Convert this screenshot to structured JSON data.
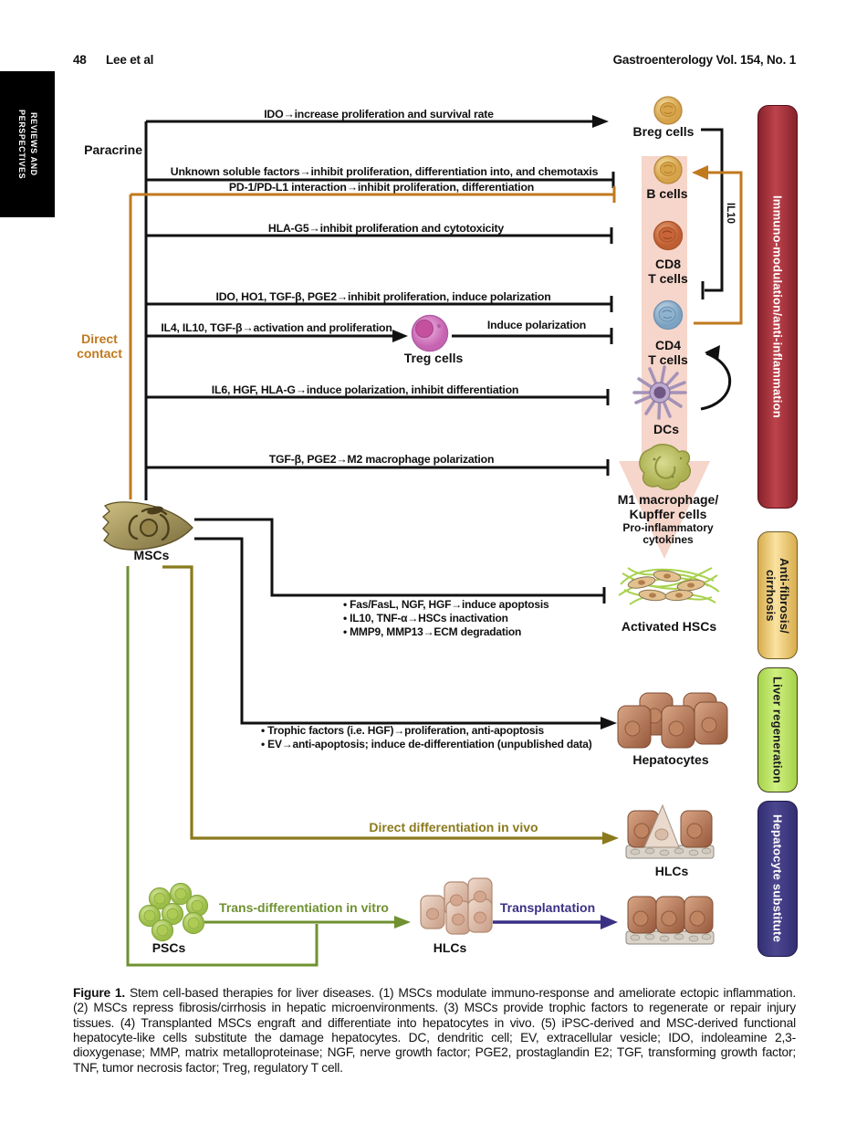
{
  "header": {
    "page_number": "48",
    "authors": "Lee et al",
    "journal": "Gastroenterology Vol. 154, No. 1"
  },
  "sidebar": {
    "line1": "REVIEWS AND",
    "line2": "PERSPECTIVES"
  },
  "diagram": {
    "mechanisms": {
      "paracrine": "Paracrine",
      "direct_contact_line1": "Direct",
      "direct_contact_line2": "contact"
    },
    "pathways": {
      "p1": "IDO→increase proliferation and survival rate",
      "p2": "Unknown soluble factors→inhibit proliferation, differentiation into, and chemotaxis",
      "p3": "PD-1/PD-L1 interaction→inhibit proliferation, differentiation",
      "p4": "HLA-G5→inhibit proliferation and cytotoxicity",
      "p5": "IDO, HO1, TGF-β, PGE2→inhibit proliferation, induce polarization",
      "p6": "IL4, IL10, TGF-β→activation and proliferation",
      "p7": "Induce polarization",
      "p8": "IL6, HGF, HLA-G→induce polarization, inhibit differentiation",
      "p9": "TGF-β, PGE2→M2 macrophage polarization",
      "il10": "IL10",
      "direct_diff": "Direct differentiation in vivo",
      "trans_diff": "Trans-differentiation in vitro",
      "transplant": "Transplantation"
    },
    "bullets": {
      "hsc": [
        "• Fas/FasL, NGF, HGF→induce apoptosis",
        "• IL10, TNF-α→HSCs inactivation",
        "• MMP9, MMP13→ECM degradation"
      ],
      "hepatocyte": [
        "• Trophic factors (i.e. HGF)→proliferation, anti-apoptosis",
        "• EV→anti-apoptosis; induce de-differentiation (unpublished data)"
      ]
    },
    "cells": {
      "breg": "Breg cells",
      "b": "B cells",
      "cd8_line1": "CD8",
      "cd8_line2": "T cells",
      "cd4_line1": "CD4",
      "cd4_line2": "T cells",
      "treg": "Treg cells",
      "dc": "DCs",
      "m1_line1": "M1 macrophage/",
      "m1_line2": "Kupffer cells",
      "m1_sub1": "Pro-inflammatory",
      "m1_sub2": "cytokines",
      "hsc": "Activated HSCs",
      "hepatocytes": "Hepatocytes",
      "hlc_vivo": "HLCs",
      "msc": "MSCs",
      "psc": "PSCs",
      "hlc_vitro": "HLCs"
    },
    "bars": {
      "bar1": "Immuno-modulation/anti-inflammation",
      "bar2_line1": "Anti-fibrosis/",
      "bar2_line2": "cirrhosis",
      "bar3": "Liver regeneration",
      "bar4": "Hepatocyte substitute"
    },
    "colors": {
      "immuno_bar": "#BE434C",
      "fibrosis_bar": "#F6D98B",
      "regeneration_bar": "#BFE96B",
      "substitute_bar": "#413D8E",
      "direct_contact_orange": "#C1791E",
      "direct_diff_olive": "#8A7A1D",
      "trans_diff_green": "#6F9130",
      "transplant_indigo": "#3A3185",
      "pink_arrow": "#F6D5CA"
    }
  },
  "caption": {
    "label": "Figure 1.",
    "text": " Stem cell-based therapies for liver diseases. (1) MSCs modulate immuno-response and ameliorate ectopic inflammation. (2) MSCs repress fibrosis/cirrhosis in hepatic microenvironments. (3) MSCs provide trophic factors to regenerate or repair injury tissues. (4) Transplanted MSCs engraft and differentiate into hepatocytes in vivo. (5) iPSC-derived and MSC-derived functional hepatocyte-like cells substitute the damage hepatocytes. DC, dendritic cell; EV, extracellular vesicle; IDO, indoleamine 2,3-dioxygenase; MMP, matrix metalloproteinase; NGF, nerve growth factor; PGE2, prostaglandin E2; TGF, transforming growth factor; TNF, tumor necrosis factor; Treg, regulatory T cell."
  }
}
